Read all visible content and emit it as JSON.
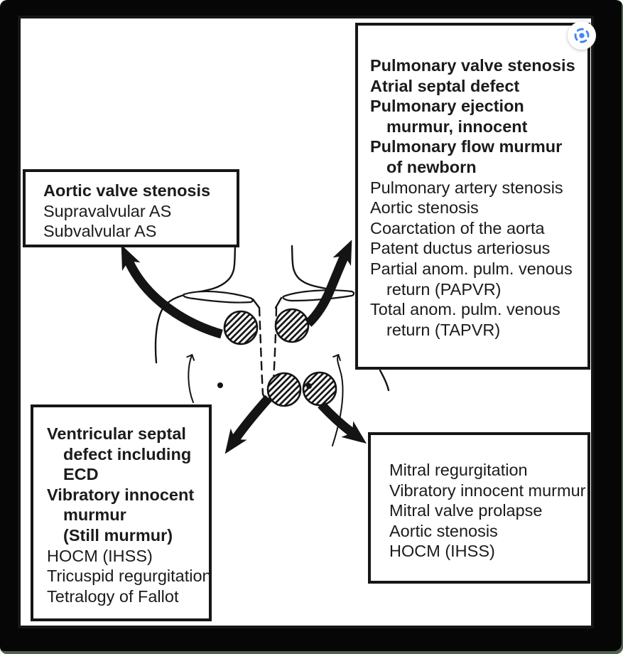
{
  "colors": {
    "lens_blue": "#4285F4",
    "ink": "#141414",
    "paper": "#ffffff",
    "frame": "#060606"
  },
  "lens_button": {
    "icon": "google-lens-icon"
  },
  "figure": {
    "boxes": {
      "aortic": {
        "lines": [
          "Aortic valve stenosis",
          "Supravalvular AS",
          "Subvalvular AS"
        ]
      },
      "pulmonary": {
        "lines": [
          "Pulmonary valve stenosis",
          "Atrial septal defect",
          "Pulmonary ejection",
          "murmur, innocent",
          "Pulmonary flow murmur",
          "of newborn",
          "Pulmonary artery stenosis",
          "Aortic stenosis",
          "Coarctation of the aorta",
          "Patent ductus arteriosus",
          "Partial anom. pulm. venous",
          "return (PAPVR)",
          "Total anom. pulm. venous",
          "return (TAPVR)"
        ]
      },
      "vsd": {
        "lines": [
          "Ventricular septal",
          "defect including",
          "ECD",
          "Vibratory innocent",
          "murmur",
          "(Still murmur)",
          "HOCM (IHSS)",
          "Tricuspid regurgitation",
          "Tetralogy of Fallot"
        ]
      },
      "mitral": {
        "lines": [
          "Mitral regurgitation",
          "Vibratory innocent murmur",
          "Mitral valve prolapse",
          "Aortic stenosis",
          "HOCM (IHSS)"
        ]
      }
    }
  }
}
